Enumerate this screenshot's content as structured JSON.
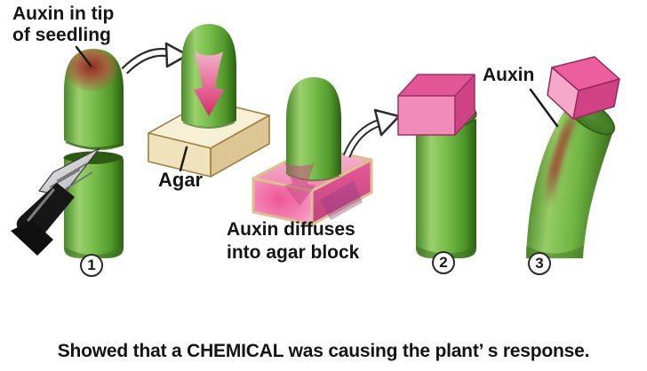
{
  "diagram": {
    "tip_label": {
      "line1": "Auxin in tip",
      "line2": "of seedling"
    },
    "agar_label": "Agar",
    "diffuse_label": {
      "line1": "Auxin diffuses",
      "line2": "into agar block"
    },
    "auxin_label": "Auxin",
    "steps": {
      "one": "1",
      "two": "2",
      "three": "3"
    }
  },
  "caption": "Showed that a CHEMICAL was causing the plant’ s response.",
  "colors": {
    "stem_green_light": "#9ad06c",
    "stem_green": "#79bd4c",
    "stem_green_dark": "#2c5f14",
    "auxin_red_patch": "#982f28",
    "auxin_pink": "#e8639a",
    "auxin_pink_deep": "#d63a72",
    "agar_cream": "#f0e2ba",
    "agar_pink": "#ee5f9b",
    "ink": "#1b1b1b",
    "background": "#ffffff"
  }
}
